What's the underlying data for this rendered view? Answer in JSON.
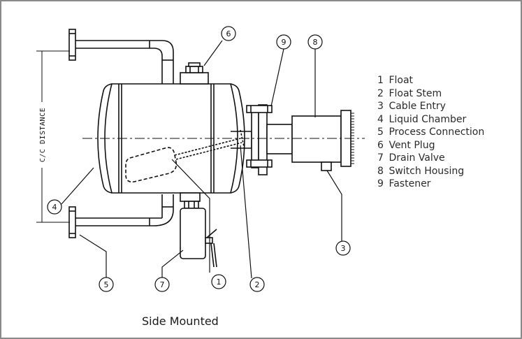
{
  "legend": [
    {
      "num": "1",
      "label": "Float"
    },
    {
      "num": "2",
      "label": "Float Stem"
    },
    {
      "num": "3",
      "label": "Cable Entry"
    },
    {
      "num": "4",
      "label": "Liquid Chamber"
    },
    {
      "num": "5",
      "label": "Process Connection"
    },
    {
      "num": "6",
      "label": "Vent Plug"
    },
    {
      "num": "7",
      "label": "Drain Valve"
    },
    {
      "num": "8",
      "label": "Switch Housing"
    },
    {
      "num": "9",
      "label": "Fastener"
    }
  ],
  "dimension_label": "C/C DISTANCE",
  "caption": "Side Mounted",
  "callouts": [
    "1",
    "2",
    "3",
    "4",
    "5",
    "6",
    "7",
    "8",
    "9"
  ]
}
